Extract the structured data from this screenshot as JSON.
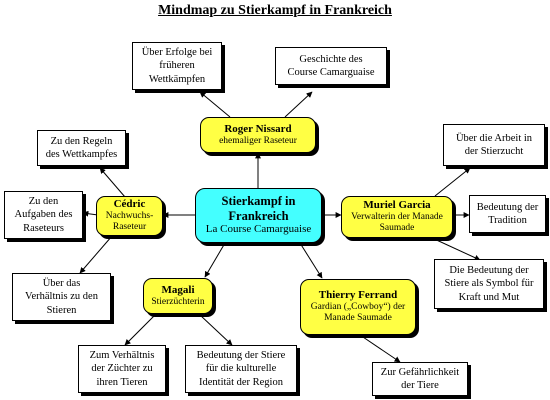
{
  "title": "Mindmap zu Stierkampf in Frankreich",
  "center": {
    "line1": "Stierkampf in",
    "line2": "Frankreich",
    "subtitle": "La Course Camarguaise",
    "color": "#44ffff"
  },
  "people": {
    "roger": {
      "name": "Roger Nissard",
      "role": "ehemaliger Raseteur"
    },
    "cedric": {
      "name": "Cédric",
      "role1": "Nachwuchs-",
      "role2": "Raseteur"
    },
    "muriel": {
      "name": "Muriel Garcia",
      "role1": "Verwalterin der Manade",
      "role2": "Saumade"
    },
    "magali": {
      "name": "Magali",
      "role": "Stierzüchterin"
    },
    "thierry": {
      "name": "Thierry Ferrand",
      "role1": "Gardian („Cowboy“) der",
      "role2": "Manade Saumade"
    },
    "color": "#ffff44"
  },
  "topics": {
    "erfolge": [
      "Über Erfolge bei",
      "früheren",
      "Wettkämpfen"
    ],
    "geschichte": [
      "Geschichte des",
      "Course Camarguaise"
    ],
    "regeln": [
      "Zu den Regeln",
      "des Wettkampfes"
    ],
    "aufgaben": [
      "Zu den",
      "Aufgaben des",
      "Raseteurs"
    ],
    "verhaeltnis_stiere": [
      "Über das",
      "Verhältnis zu den",
      "Stieren"
    ],
    "arbeit": [
      "Über die Arbeit in",
      "der Stierzucht"
    ],
    "tradition": [
      "Bedeutung der",
      "Tradition"
    ],
    "symbol": [
      "Die Bedeutung der",
      "Stiere als Symbol für",
      "Kraft und Mut"
    ],
    "verhaeltnis_zuechter": [
      "Zum Verhältnis",
      "der Züchter zu",
      "ihren Tieren"
    ],
    "identitaet": [
      "Bedeutung der Stiere",
      "für die kulturelle",
      "Identität der Region"
    ],
    "gefaehrlichkeit": [
      "Zur Gefährlichkeit",
      "der Tiere"
    ]
  }
}
